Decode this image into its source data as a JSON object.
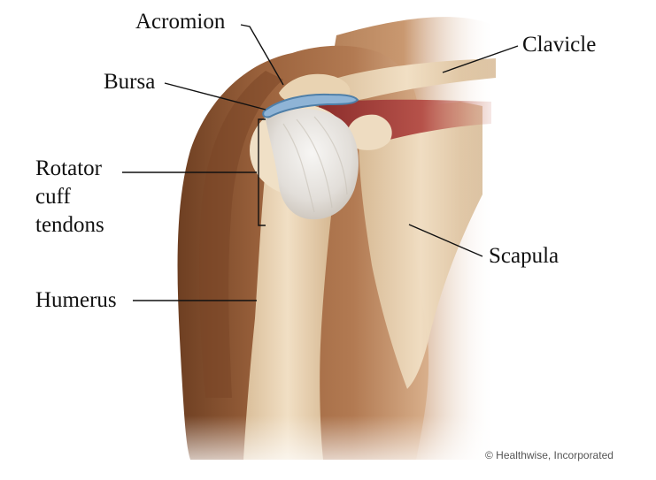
{
  "labels": {
    "acromion": "Acromion",
    "bursa": "Bursa",
    "clavicle": "Clavicle",
    "rotator_line1": "Rotator",
    "rotator_line2": "cuff",
    "rotator_line3": "tendons",
    "humerus": "Humerus",
    "scapula": "Scapula"
  },
  "credit": "© Healthwise, Incorporated",
  "colors": {
    "skin_dark": "#8a5633",
    "skin_mid": "#b27a52",
    "bone": "#eed9bb",
    "bursa": "#8fb4d6",
    "muscle": "#a33b36",
    "tendon": "#e4e2df"
  }
}
